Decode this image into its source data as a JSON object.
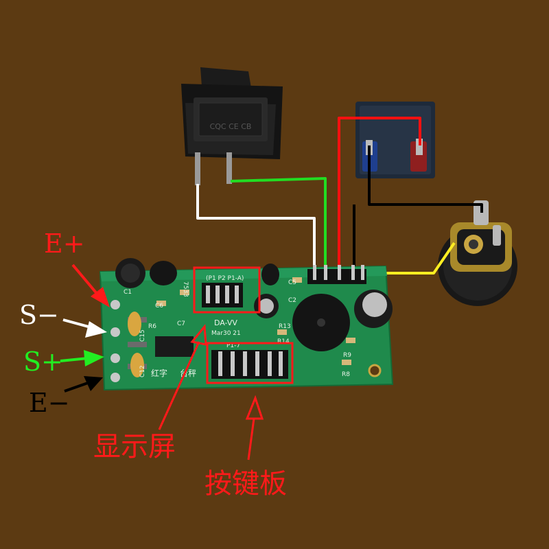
{
  "colors": {
    "background": "#5c3a12",
    "pcb": "#1f8a4c",
    "annotation_red": "#ff1a1a",
    "annotation_green": "#22ee22",
    "wire_red": "#ff1010",
    "wire_green": "#22dd22",
    "wire_white": "#ffffff",
    "wire_black": "#000000",
    "wire_yellow": "#ffee22"
  },
  "pins": {
    "e_plus": "E+",
    "s_minus": "S−",
    "s_plus": "S+",
    "e_minus": "E−"
  },
  "callouts": {
    "display": "显示屏",
    "keypad": "按键板"
  },
  "switch": {
    "marks": "CQC CE CB"
  },
  "board": {
    "model": "DA-VV",
    "date": "Mar30 21",
    "silk_hongzi": "红字",
    "silk_taicheng": "台秤",
    "display_header": "(P1 P2 P1-A)",
    "keypad_header": "P1-7",
    "parts": {
      "c1": "C1",
      "c6": "C6",
      "c7": "C7",
      "c2": "C2",
      "c5": "C5",
      "c15": "C15",
      "c12": "C12",
      "r6": "R6",
      "r13": "R13",
      "r8": "R8",
      "r9": "R9",
      "r14": "R14",
      "u7533": "7533"
    }
  }
}
